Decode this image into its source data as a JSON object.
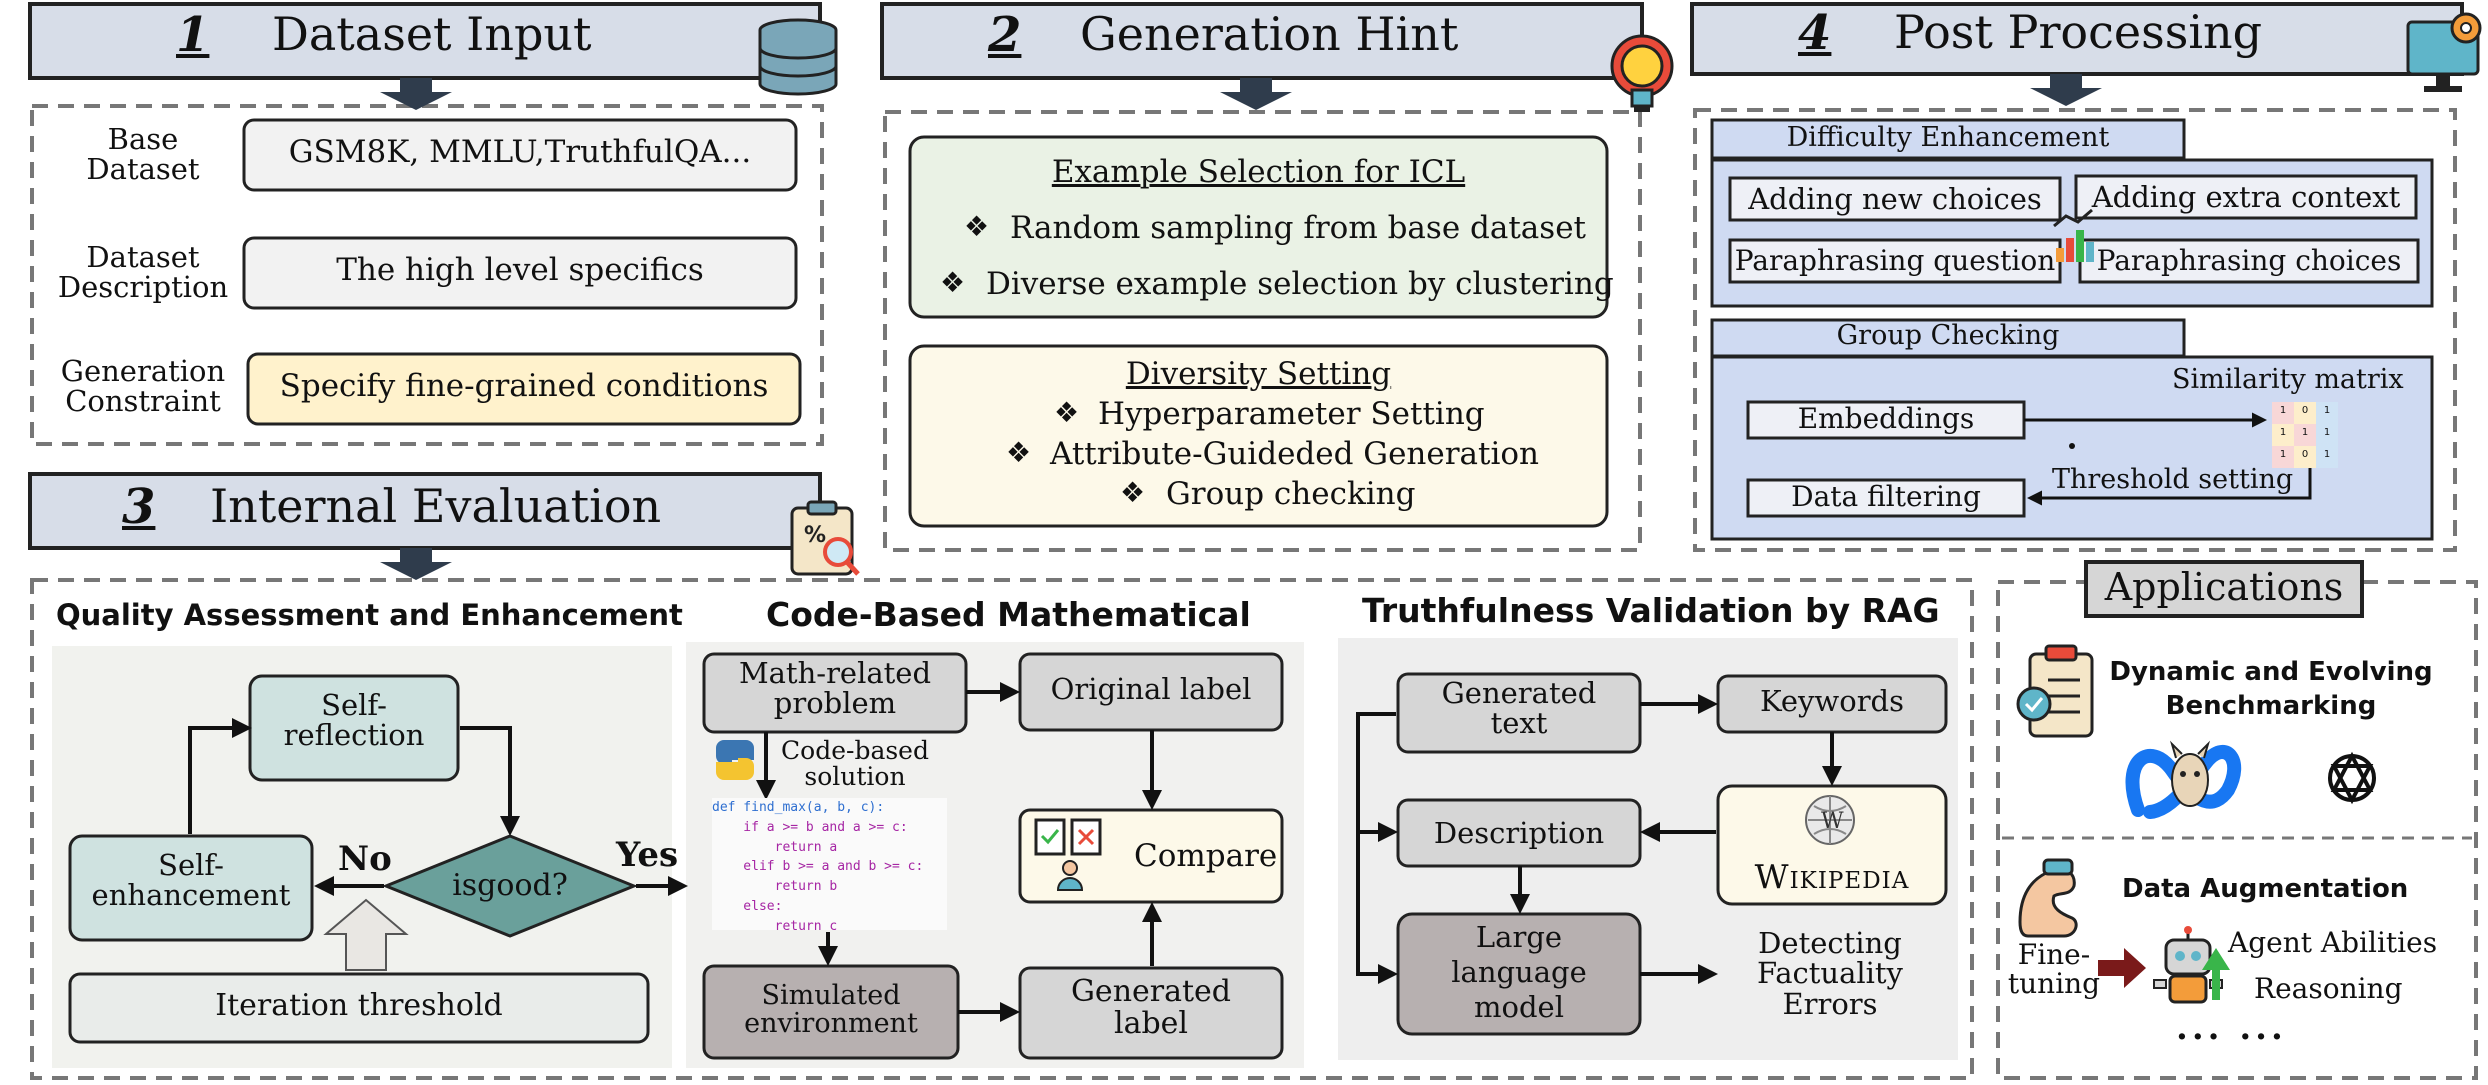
{
  "panels": {
    "dataset_input": {
      "number": "1",
      "title": "Dataset Input",
      "icon": "database-icon"
    },
    "generation_hint": {
      "number": "2",
      "title": "Generation Hint",
      "icon": "lightbulb-gear-icon"
    },
    "internal_evaluation": {
      "number": "3",
      "title": "Internal Evaluation",
      "icon": "clipboard-check-icon"
    },
    "post_processing": {
      "number": "4",
      "title": "Post Processing",
      "icon": "monitor-gear-icon"
    }
  },
  "dataset_input": {
    "rows": [
      {
        "label": "Base\nDataset",
        "value": "GSM8K, MMLU,TruthfulQA..."
      },
      {
        "label": "Dataset\nDescription",
        "value": "The high level specifics"
      },
      {
        "label": "Generation\nConstraint",
        "value": "Specify fine-grained conditions"
      }
    ]
  },
  "generation_hint": {
    "example_selection": {
      "title": "Example Selection for ICL",
      "items": [
        "Random sampling from base dataset",
        "Diverse example selection by clustering"
      ]
    },
    "diversity_setting": {
      "title": "Diversity Setting",
      "items": [
        "Hyperparameter Setting",
        "Attribute-Guideded Generation",
        "Group checking"
      ]
    },
    "bullet": "❖"
  },
  "post_processing": {
    "difficulty": {
      "title": "Difficulty Enhancement",
      "items": [
        "Adding new choices",
        "Adding extra context",
        "Paraphrasing question",
        "Paraphrasing choices"
      ]
    },
    "group_checking": {
      "title": "Group Checking",
      "similarity_matrix": "Similarity matrix",
      "embeddings": "Embeddings",
      "data_filtering": "Data filtering",
      "threshold_setting": "Threshold setting",
      "matrix_values": [
        "1",
        "0",
        "1",
        "1",
        "1",
        "1",
        "1",
        "0",
        "1"
      ]
    }
  },
  "internal_eval": {
    "quality": {
      "title": "Quality Assessment and Enhancement",
      "self_reflection": "Self-\nreflection",
      "self_enhancement": "Self-\nenhancement",
      "decision": "isgood?",
      "no": "No",
      "yes": "Yes",
      "iteration_threshold": "Iteration threshold"
    },
    "code": {
      "title": "Code-Based Mathematical",
      "math_problem": "Math-related\nproblem",
      "original_label": "Original label",
      "code_solution": "Code-based\nsolution",
      "compare": "Compare",
      "simulated_env": "Simulated\nenvironment",
      "generated_label": "Generated\nlabel",
      "code_lines": [
        "def find_max(a, b, c):",
        "    if a >= b and a >= c:",
        "        return a",
        "    elif b >= a and b >= c:",
        "        return b",
        "    else:",
        "        return c"
      ]
    },
    "truthfulness": {
      "title": "Truthfulness Validation by RAG",
      "generated_text": "Generated\ntext",
      "keywords": "Keywords",
      "description": "Description",
      "wikipedia": "Wikipedia",
      "llm": "Large\nlanguage\nmodel",
      "detecting": "Detecting\nFactuality\nErrors"
    }
  },
  "applications": {
    "title": "Applications",
    "dynamic": "Dynamic and Evolving\nBenchmarking",
    "augmentation": "Data Augmentation",
    "fine_tuning": "Fine-\ntuning",
    "agent": "Agent Abilities",
    "reasoning": "Reasoning",
    "ellipsis": "··· ···",
    "icons": [
      "clipboard-gear-icon",
      "meta-logo-icon",
      "llama-icon",
      "openai-logo-icon",
      "flexed-arm-icon",
      "robot-icon"
    ]
  },
  "colors": {
    "header_fill": "#d7dde8",
    "grey_box": "#d6d6d6",
    "dark_grey_box": "#b7b0b0",
    "teal_box": "#cfe2e0",
    "decision": "#6aa09b",
    "green_panel": "#eaf2e5",
    "yellow_panel": "#fdf9e9",
    "yellow_field": "#fff2cc",
    "blue_panel": "#cfdaf2",
    "dark_red_arrow": "#7a1a1a",
    "green_arrow": "#39b54a"
  }
}
